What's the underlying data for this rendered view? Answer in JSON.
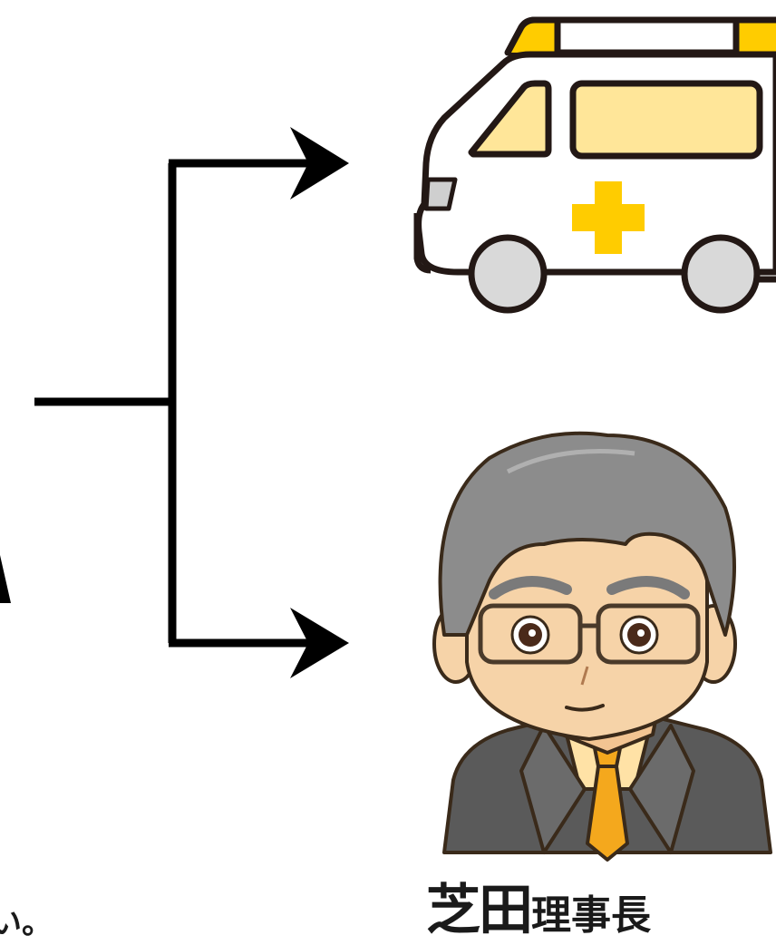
{
  "caption": {
    "name_big": "芝田",
    "name_small": "理事長"
  },
  "edge_text": "い。",
  "colors": {
    "line": "#000000",
    "ambulance_body": "#ffffff",
    "ambulance_window": "#ffe699",
    "ambulance_light": "#ffcc00",
    "ambulance_cross": "#ffcc00",
    "wheel": "#d9d9d9",
    "hair": "#8c8c8c",
    "skin": "#f6d3a8",
    "suit": "#5a5a5a",
    "tie": "#f4a81d",
    "shirt": "#ffe2a6"
  },
  "icons": [
    "ambulance-icon",
    "chairman-avatar-icon"
  ]
}
